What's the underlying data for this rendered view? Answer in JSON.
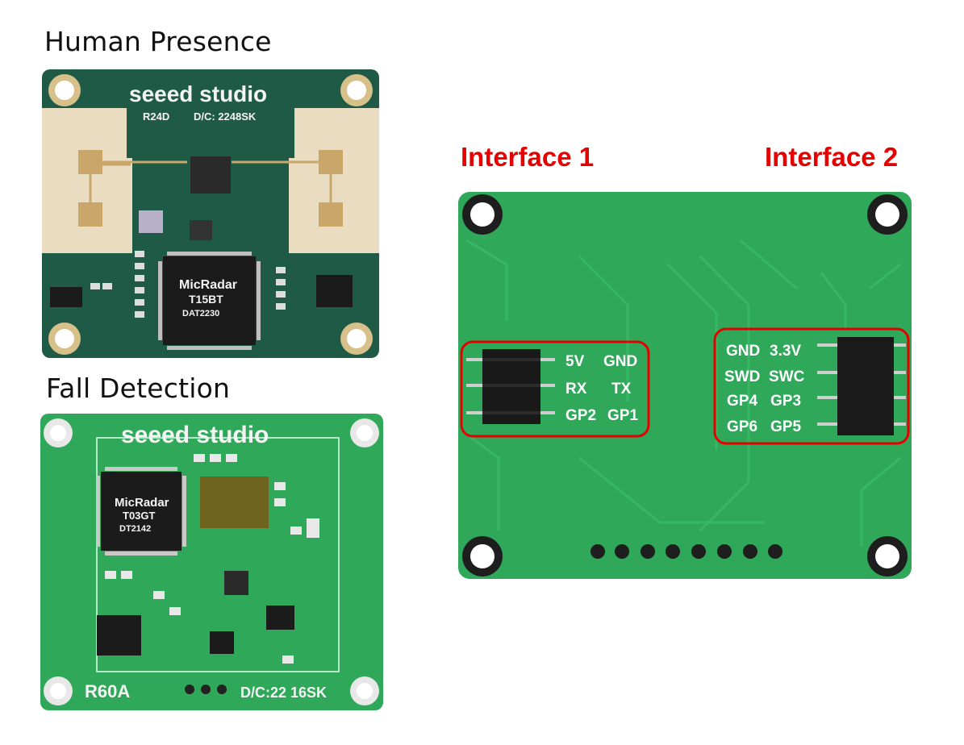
{
  "captions": {
    "human_presence": "Human Presence",
    "fall_detection": "Fall Detection",
    "interface_1": "Interface 1",
    "interface_2": "Interface 2"
  },
  "board_r24d": {
    "brand": "seeed studio",
    "model": "R24D",
    "dc": "D/C: 2248SK",
    "chip_brand": "MicRadar",
    "chip_model": "T15BT",
    "chip_code": "DAT2230"
  },
  "board_r60a": {
    "brand": "seeed studio",
    "model": "R60A",
    "dc": "D/C:22 16SK",
    "chip_brand": "MicRadar",
    "chip_model": "T03GT",
    "chip_code": "DT2142"
  },
  "back_board": {
    "interface_1_pins": [
      [
        "5V",
        "GND"
      ],
      [
        "RX",
        "TX"
      ],
      [
        "GP2",
        "GP1"
      ]
    ],
    "interface_2_pins": [
      [
        "GND",
        "3.3V"
      ],
      [
        "SWD",
        "SWC"
      ],
      [
        "GP4",
        "GP3"
      ],
      [
        "GP6",
        "GP5"
      ]
    ]
  },
  "colors": {
    "highlight": "#e60000",
    "pcb_green": "#2fa85a",
    "pcb_dark": "#1e5a45"
  }
}
